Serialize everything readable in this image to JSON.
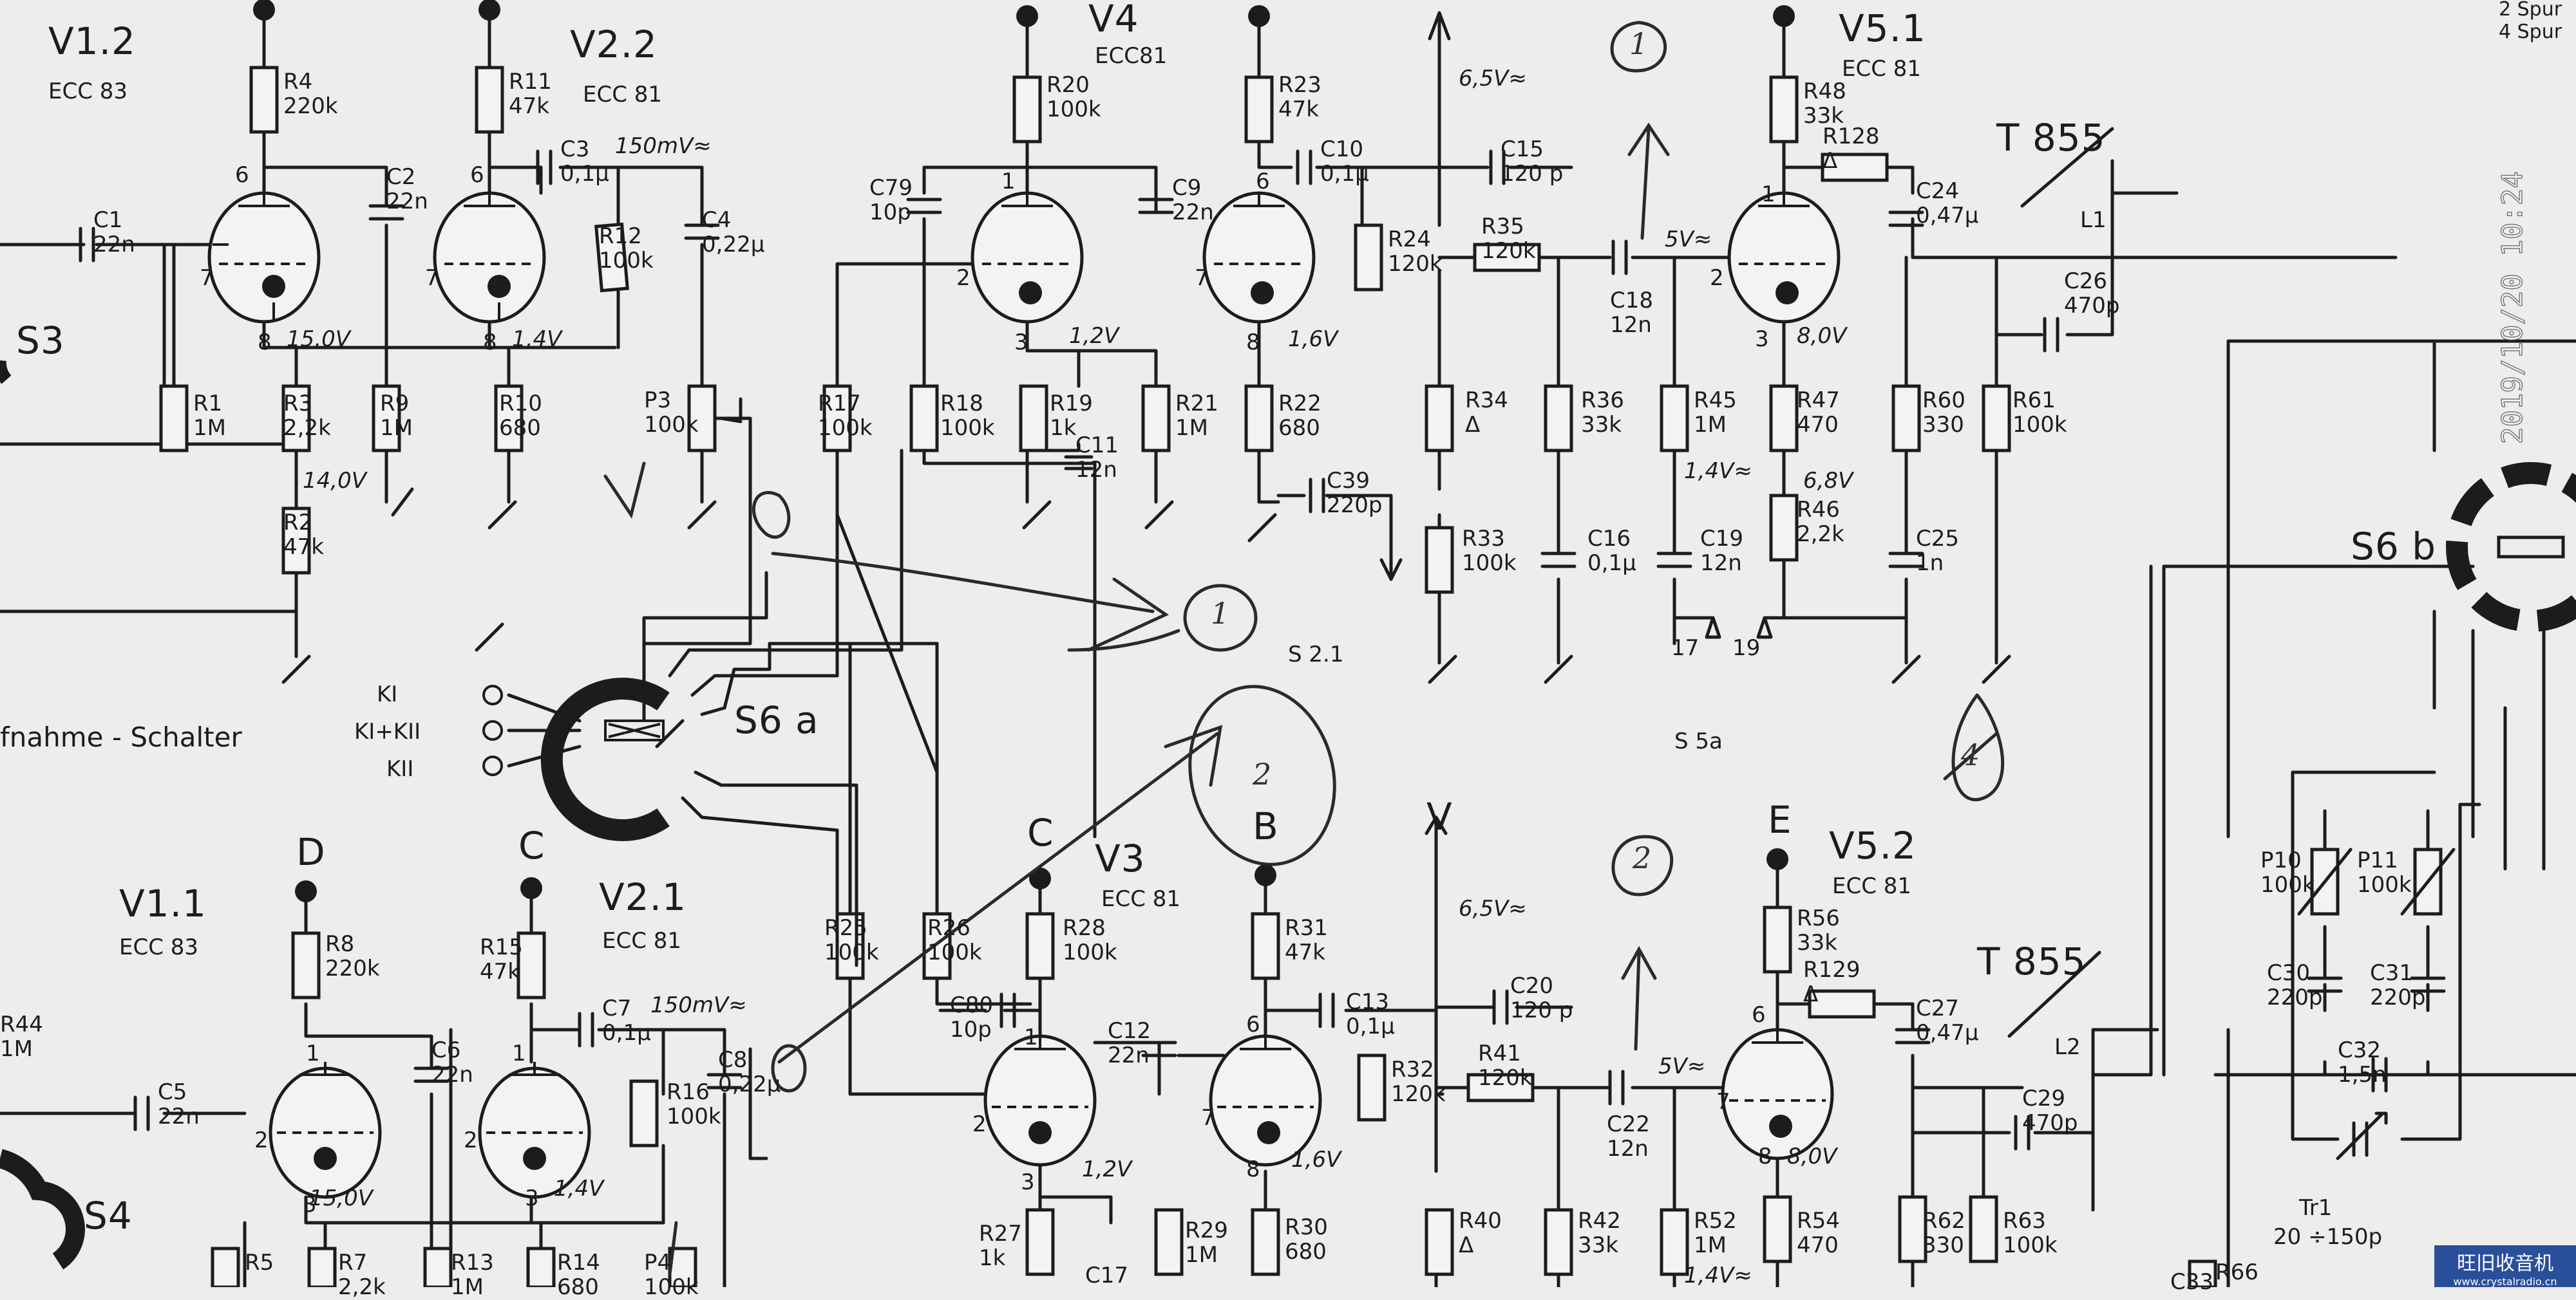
{
  "header_right": [
    "2 Spur",
    "4 Spur"
  ],
  "timestamp": "2019/10/20 10:24",
  "watermark": [
    "旺旧收音机",
    "www.crystalradio.cn"
  ],
  "switches": {
    "s3": "S3",
    "s4": "S4",
    "s6a": "S6 a",
    "s6b": "S6 b",
    "s21": "S 2.1",
    "s5a": "S 5a",
    "pins_17": "17",
    "pins_19": "19"
  },
  "selector": {
    "label": "fnahme - Schalter",
    "positions": [
      "KI",
      "KI+KII",
      "KII"
    ]
  },
  "tubes": [
    {
      "name": "V1.2",
      "type": "ECC 83"
    },
    {
      "name": "V2.2",
      "type": "ECC 81"
    },
    {
      "name": "V4",
      "type": "ECC81"
    },
    {
      "name": "V5.1",
      "type": "ECC 81"
    },
    {
      "name": "V1.1",
      "type": "ECC 83"
    },
    {
      "name": "V2.1",
      "type": "ECC 81"
    },
    {
      "name": "V3",
      "type": "ECC 81"
    },
    {
      "name": "V5.2",
      "type": "ECC 81"
    }
  ],
  "transformers": [
    {
      "name": "T 855",
      "coil": "L1"
    },
    {
      "name": "T 855",
      "coil": "L2"
    }
  ],
  "voltages": {
    "v12_cathode": "15,0V",
    "v22_cathode": "1,4V",
    "node_14": "14,0V",
    "sig_150_top": "150mV≈",
    "v4_cathode_a": "1,2V",
    "v4_cathode_b": "1,6V",
    "rail_top": "6,5V≈",
    "v51_grid": "5V≈",
    "v51_cathode": "8,0V",
    "v51_r45": "1,4V≈",
    "v51_r46": "6,8V",
    "v11_cathode": "15,0V",
    "v21_cathode": "1,4V",
    "sig_150_bot": "150mV≈",
    "v3_cathode_a": "1,2V",
    "v3_cathode_b": "1,6V",
    "rail_bot": "6,5V≈",
    "v52_grid": "5V≈",
    "v52_cathode": "8,0V",
    "bottom_clip": "1,4V≈"
  },
  "nodes": {
    "d": "D",
    "c_left": "C",
    "c_v3": "C",
    "b": "B",
    "e": "E",
    "v": "V"
  },
  "pins": [
    "6",
    "7",
    "8",
    "6",
    "7",
    "8",
    "1",
    "2",
    "3",
    "6",
    "7",
    "8",
    "1",
    "2",
    "3",
    "1",
    "2",
    "3",
    "1",
    "2",
    "3",
    "1",
    "2",
    "3",
    "6",
    "7",
    "8",
    "6",
    "7",
    "8"
  ],
  "resistors": [
    {
      "ref": "R4",
      "val": "220k"
    },
    {
      "ref": "R11",
      "val": "47k"
    },
    {
      "ref": "R1",
      "val": "1M"
    },
    {
      "ref": "R3",
      "val": "2,2k"
    },
    {
      "ref": "R9",
      "val": "1M"
    },
    {
      "ref": "R10",
      "val": "680"
    },
    {
      "ref": "R2",
      "val": "47k"
    },
    {
      "ref": "R12",
      "val": "100k"
    },
    {
      "ref": "P3",
      "val": "100k"
    },
    {
      "ref": "R20",
      "val": "100k"
    },
    {
      "ref": "R23",
      "val": "47k"
    },
    {
      "ref": "R17",
      "val": "100k"
    },
    {
      "ref": "R18",
      "val": "100k"
    },
    {
      "ref": "R19",
      "val": "1k"
    },
    {
      "ref": "R21",
      "val": "1M"
    },
    {
      "ref": "R22",
      "val": "680"
    },
    {
      "ref": "R24",
      "val": "120k"
    },
    {
      "ref": "R35",
      "val": "120k"
    },
    {
      "ref": "R34",
      "val": "Δ"
    },
    {
      "ref": "R33",
      "val": "100k"
    },
    {
      "ref": "R36",
      "val": "33k"
    },
    {
      "ref": "R48",
      "val": "33k"
    },
    {
      "ref": "R128",
      "val": "Δ"
    },
    {
      "ref": "R45",
      "val": "1M"
    },
    {
      "ref": "R47",
      "val": "470"
    },
    {
      "ref": "R46",
      "val": "2,2k"
    },
    {
      "ref": "R60",
      "val": "330"
    },
    {
      "ref": "R61",
      "val": "100k"
    },
    {
      "ref": "R8",
      "val": "220k"
    },
    {
      "ref": "R15",
      "val": "47k"
    },
    {
      "ref": "R16",
      "val": "100k"
    },
    {
      "ref": "R25",
      "val": "100k"
    },
    {
      "ref": "R26",
      "val": "100k"
    },
    {
      "ref": "R28",
      "val": "100k"
    },
    {
      "ref": "R31",
      "val": "47k"
    },
    {
      "ref": "R32",
      "val": "120k"
    },
    {
      "ref": "R41",
      "val": "120k"
    },
    {
      "ref": "R27",
      "val": "1k"
    },
    {
      "ref": "R29",
      "val": "1M"
    },
    {
      "ref": "R30",
      "val": "680"
    },
    {
      "ref": "R40",
      "val": "Δ"
    },
    {
      "ref": "R42",
      "val": "33k"
    },
    {
      "ref": "R56",
      "val": "33k"
    },
    {
      "ref": "R129",
      "val": "Δ"
    },
    {
      "ref": "R52",
      "val": "1M"
    },
    {
      "ref": "R54",
      "val": "470"
    },
    {
      "ref": "R62",
      "val": "330"
    },
    {
      "ref": "R63",
      "val": "100k"
    },
    {
      "ref": "P10",
      "val": "100k"
    },
    {
      "ref": "P11",
      "val": "100k"
    },
    {
      "ref": "R44",
      "val": "1M"
    },
    {
      "ref": "R5",
      "val": ""
    },
    {
      "ref": "R7",
      "val": "2,2k"
    },
    {
      "ref": "R13",
      "val": "1M"
    },
    {
      "ref": "R14",
      "val": "680"
    },
    {
      "ref": "P4",
      "val": "100k"
    },
    {
      "ref": "R66",
      "val": ""
    }
  ],
  "capacitors": [
    {
      "ref": "C1",
      "val": "22n"
    },
    {
      "ref": "C2",
      "val": "22n"
    },
    {
      "ref": "C3",
      "val": "0,1µ"
    },
    {
      "ref": "C4",
      "val": "0,22µ"
    },
    {
      "ref": "C79",
      "val": "10p"
    },
    {
      "ref": "C9",
      "val": "22n"
    },
    {
      "ref": "C10",
      "val": "0,1µ"
    },
    {
      "ref": "C11",
      "val": "12n"
    },
    {
      "ref": "C15",
      "val": "120 p"
    },
    {
      "ref": "C18",
      "val": "12n"
    },
    {
      "ref": "C39",
      "val": "220p"
    },
    {
      "ref": "C16",
      "val": "0,1µ"
    },
    {
      "ref": "C19",
      "val": "12n"
    },
    {
      "ref": "C24",
      "val": "0,47µ"
    },
    {
      "ref": "C25",
      "val": "1n"
    },
    {
      "ref": "C26",
      "val": "470p"
    },
    {
      "ref": "C5",
      "val": "22n"
    },
    {
      "ref": "C6",
      "val": "22n"
    },
    {
      "ref": "C7",
      "val": "0,1µ"
    },
    {
      "ref": "C8",
      "val": "0,22µ"
    },
    {
      "ref": "C80",
      "val": "10p"
    },
    {
      "ref": "C12",
      "val": "22n"
    },
    {
      "ref": "C13",
      "val": "0,1µ"
    },
    {
      "ref": "C20",
      "val": "120 p"
    },
    {
      "ref": "C22",
      "val": "12n"
    },
    {
      "ref": "C27",
      "val": "0,47µ"
    },
    {
      "ref": "C29",
      "val": "470p"
    },
    {
      "ref": "C30",
      "val": "220p"
    },
    {
      "ref": "C31",
      "val": "220p"
    },
    {
      "ref": "C32",
      "val": "1,5n"
    },
    {
      "ref": "C17",
      "val": ""
    },
    {
      "ref": "C33",
      "val": ""
    }
  ],
  "trimmer": {
    "ref": "Tr1",
    "val": "20 ÷150p"
  },
  "annotations": [
    "1",
    "1",
    "2",
    "2",
    "4"
  ]
}
